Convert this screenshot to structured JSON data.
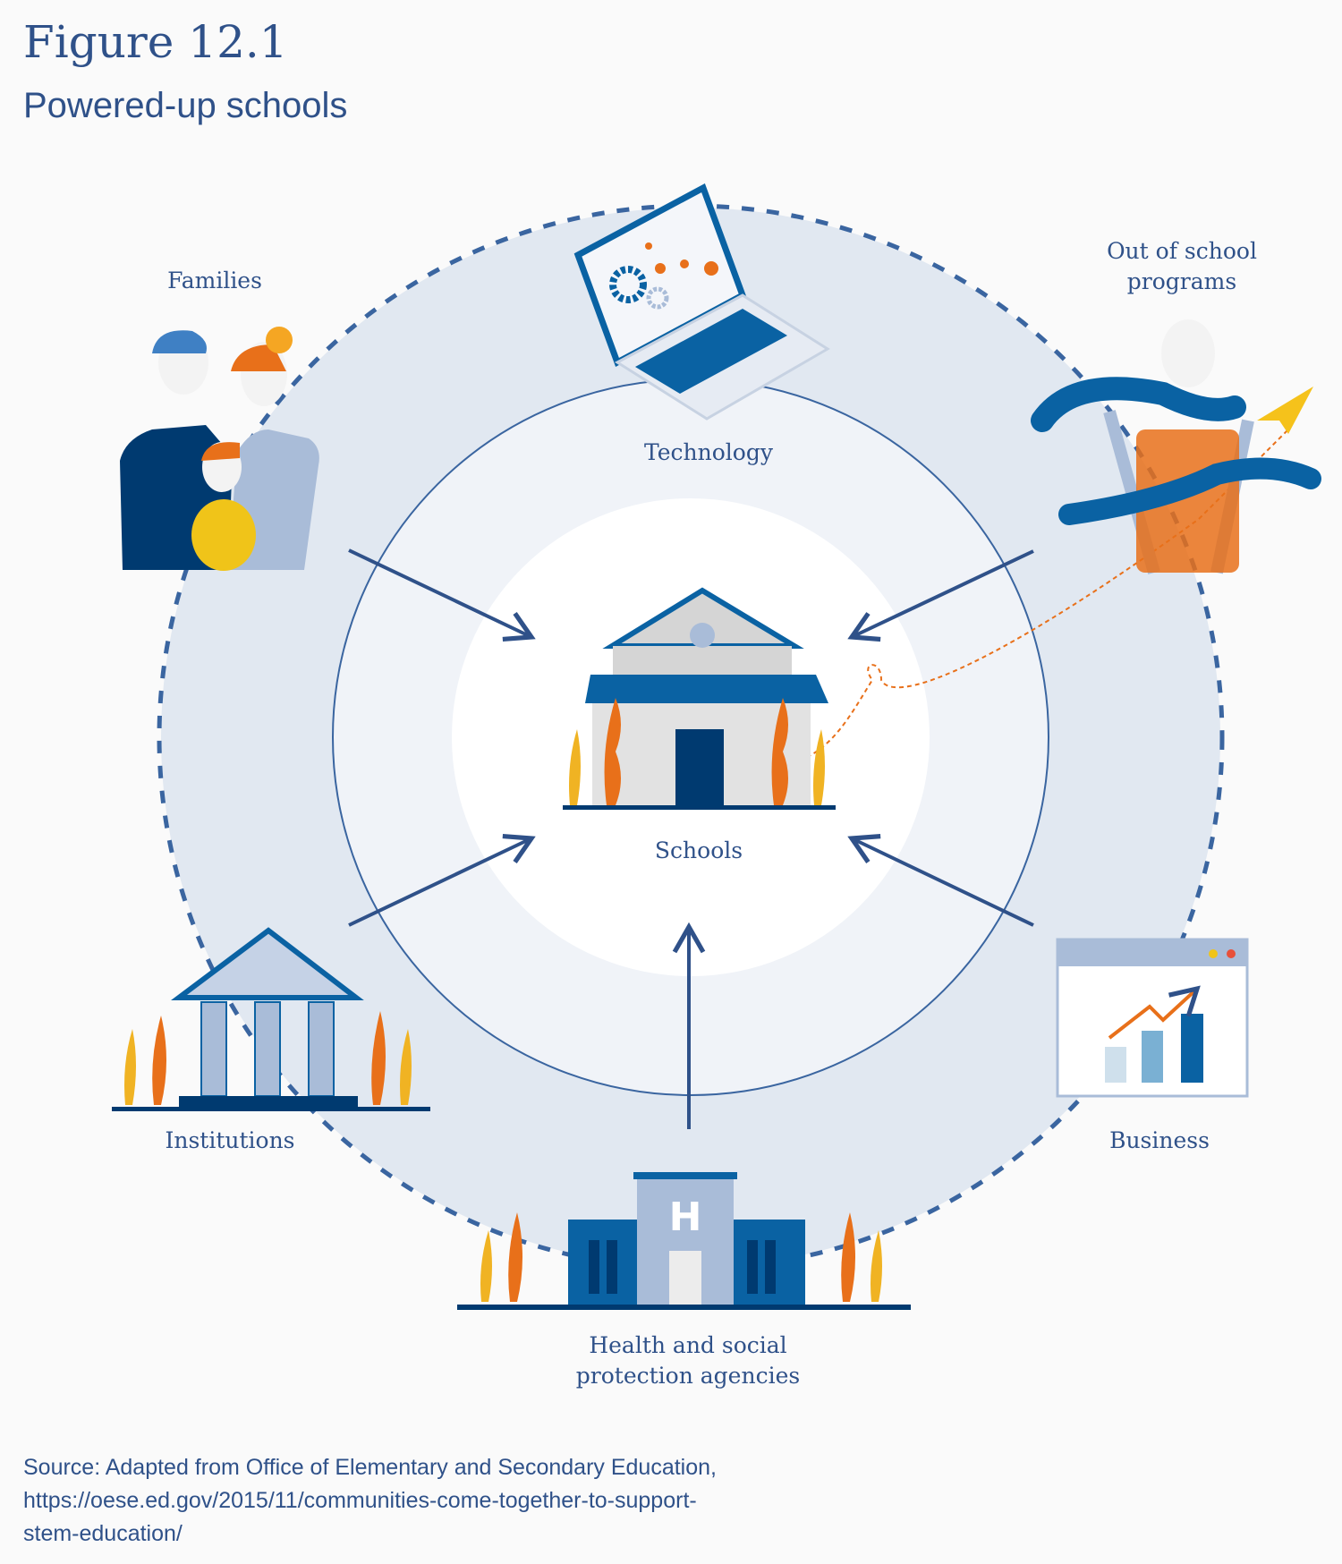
{
  "header": {
    "title": "Figure 12.1",
    "subtitle": "Powered-up schools"
  },
  "diagram": {
    "center": "Schools",
    "nodes": [
      {
        "label": "Families"
      },
      {
        "label": "Technology"
      },
      {
        "label": "Out of school programs"
      },
      {
        "label": "Business"
      },
      {
        "label": "Health and social protection agencies"
      },
      {
        "label": "Institutions"
      }
    ]
  },
  "labels": {
    "families": "Families",
    "technology": "Technology",
    "out_of_school_1": "Out of school",
    "out_of_school_2": "programs",
    "schools": "Schools",
    "institutions": "Institutions",
    "business": "Business",
    "health_1": "Health and social",
    "health_2": "protection agencies"
  },
  "source": {
    "line1": "Source: Adapted from Office of Elementary and Secondary Education,",
    "line2": "https://oese.ed.gov/2015/11/communities-come-together-to-support-",
    "line3": "stem-education/"
  },
  "colors": {
    "navy": "#003a70",
    "blue": "#0a62a3",
    "light_blue": "#a9bcd8",
    "orange": "#e8701a",
    "yellow": "#f0b323",
    "text": "#2f5189"
  }
}
